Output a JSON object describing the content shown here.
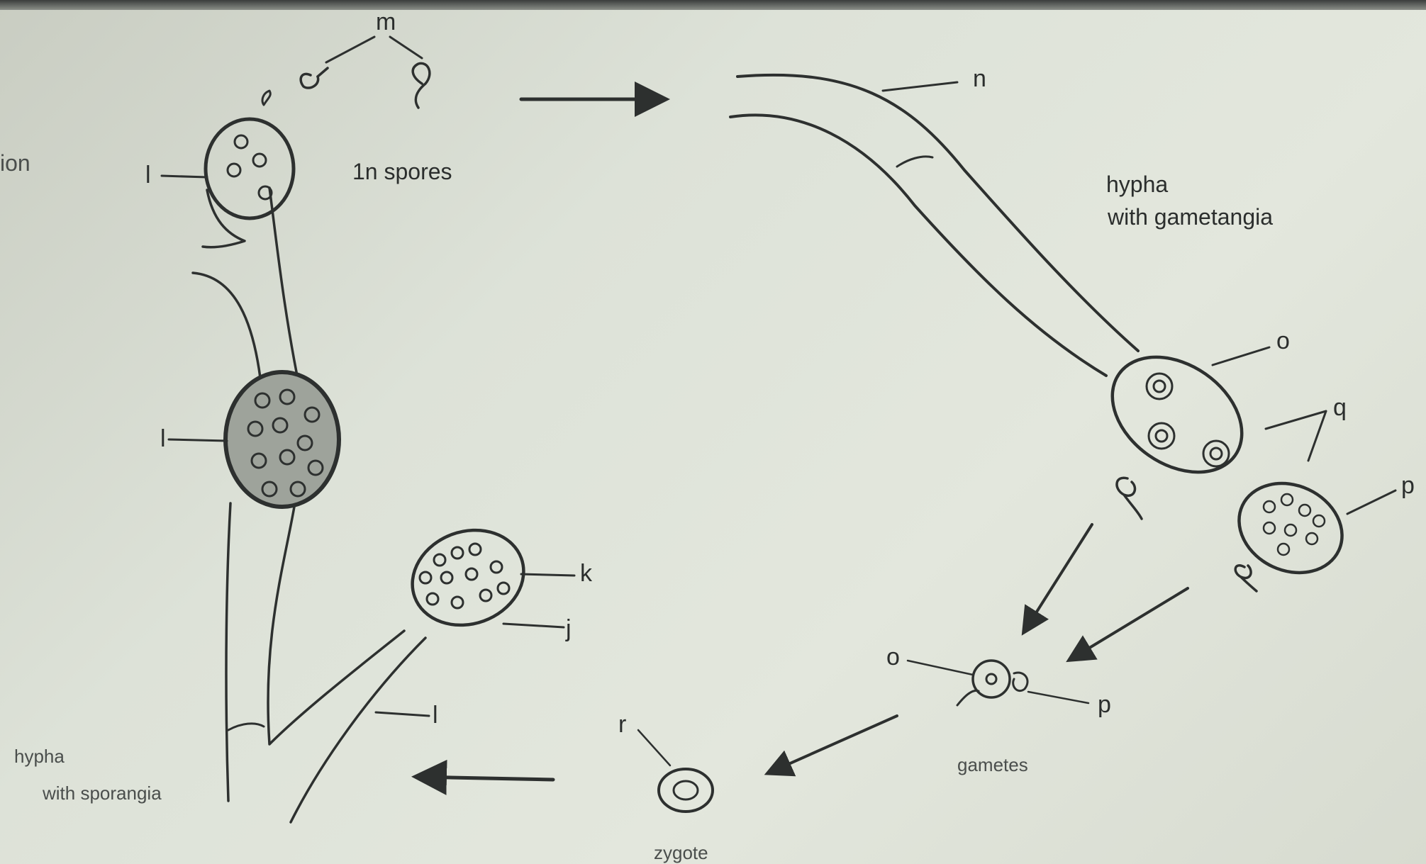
{
  "diagram": {
    "title_fragment": "ion",
    "labels": {
      "l_1": "l",
      "l_2": "l",
      "l_3": "l",
      "j": "j",
      "k": "k",
      "m": "m",
      "n": "n",
      "o_1": "o",
      "o_2": "o",
      "p_1": "p",
      "p_2": "p",
      "q": "q",
      "r": "r"
    },
    "captions": {
      "spores": "1n spores",
      "hypha_gametangia_line1": "hypha",
      "hypha_gametangia_line2": "with gametangia",
      "hypha_sporangia_line1": "hypha",
      "hypha_sporangia_line2": "with sporangia",
      "gametes": "gametes",
      "zygote": "zygote"
    }
  }
}
